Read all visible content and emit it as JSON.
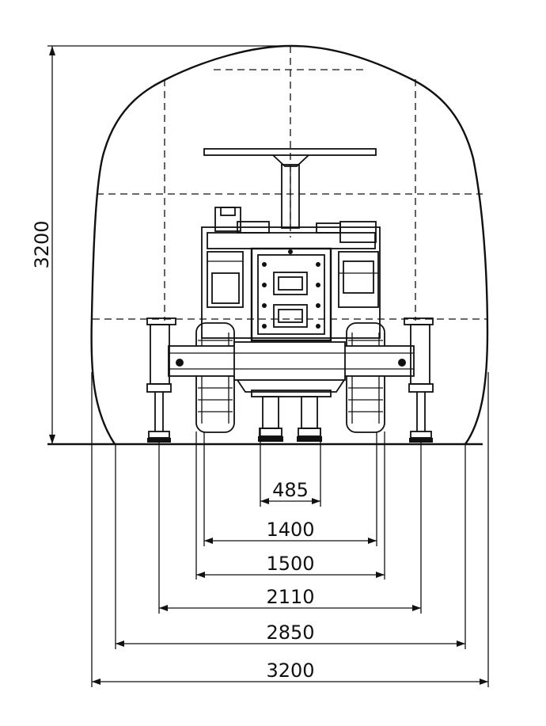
{
  "drawing": {
    "height_label": "3200",
    "widths": [
      {
        "key": "485",
        "label": "485"
      },
      {
        "key": "1400",
        "label": "1400"
      },
      {
        "key": "1500",
        "label": "1500"
      },
      {
        "key": "2110",
        "label": "2110"
      },
      {
        "key": "2850",
        "label": "2850"
      },
      {
        "key": "3200",
        "label": "3200"
      }
    ]
  }
}
